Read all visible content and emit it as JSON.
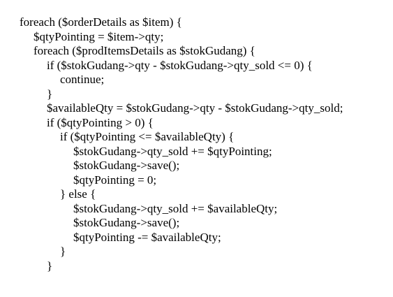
{
  "code_lines": [
    {
      "indent": 0,
      "text": "foreach ($orderDetails as $item) {"
    },
    {
      "indent": 1,
      "text": "$qtyPointing = $item->qty;"
    },
    {
      "indent": 1,
      "text": "foreach ($prodItemsDetails as $stokGudang) {"
    },
    {
      "indent": 2,
      "text": "if ($stokGudang->qty - $stokGudang->qty_sold <= 0) {"
    },
    {
      "indent": 3,
      "text": "continue;"
    },
    {
      "indent": 2,
      "text": "}"
    },
    {
      "indent": 2,
      "text": "$availableQty = $stokGudang->qty - $stokGudang->qty_sold;"
    },
    {
      "indent": 2,
      "text": "if ($qtyPointing > 0) {"
    },
    {
      "indent": 3,
      "text": "if ($qtyPointing <= $availableQty) {"
    },
    {
      "indent": 4,
      "text": "$stokGudang->qty_sold += $qtyPointing;"
    },
    {
      "indent": 4,
      "text": "$stokGudang->save();"
    },
    {
      "indent": 4,
      "text": "$qtyPointing = 0;"
    },
    {
      "indent": 3,
      "text": "} else {"
    },
    {
      "indent": 4,
      "text": "$stokGudang->qty_sold += $availableQty;"
    },
    {
      "indent": 4,
      "text": "$stokGudang->save();"
    },
    {
      "indent": 4,
      "text": "$qtyPointing -= $availableQty;"
    },
    {
      "indent": 3,
      "text": "}"
    },
    {
      "indent": 2,
      "text": "}"
    }
  ]
}
